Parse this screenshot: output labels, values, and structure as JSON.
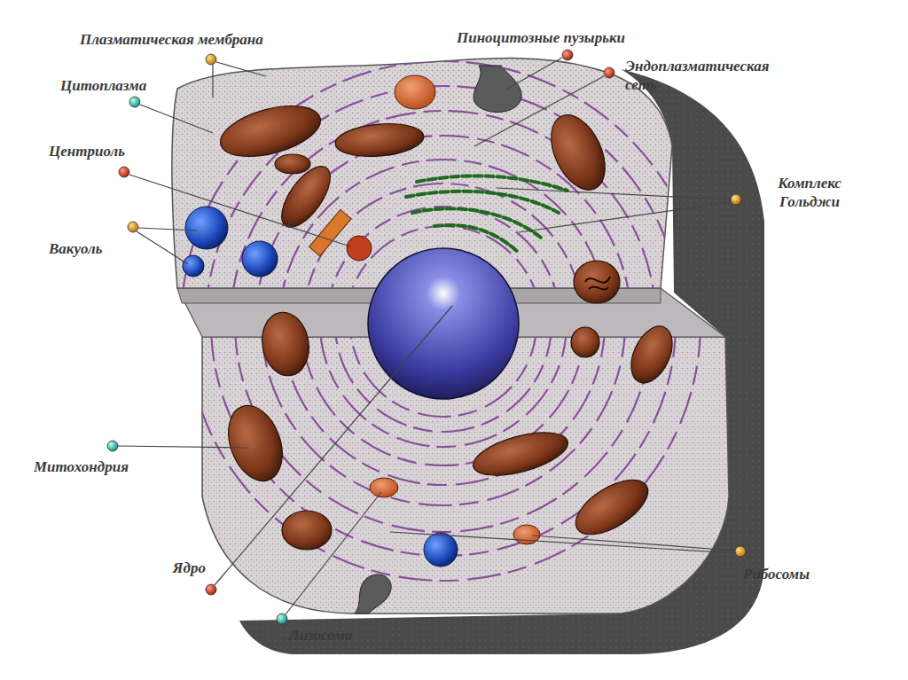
{
  "diagram": {
    "labels": [
      "Плазматическая мембрана",
      "Пиноцитозные пузырьки",
      "Эндоплазматическая сеть",
      "Цитоплазма",
      "Центриоль",
      "Комплекс Гольджи",
      "Вакуоль",
      "Митохондрия",
      "Ядро",
      "Рибосомы",
      "Лизосома"
    ]
  }
}
